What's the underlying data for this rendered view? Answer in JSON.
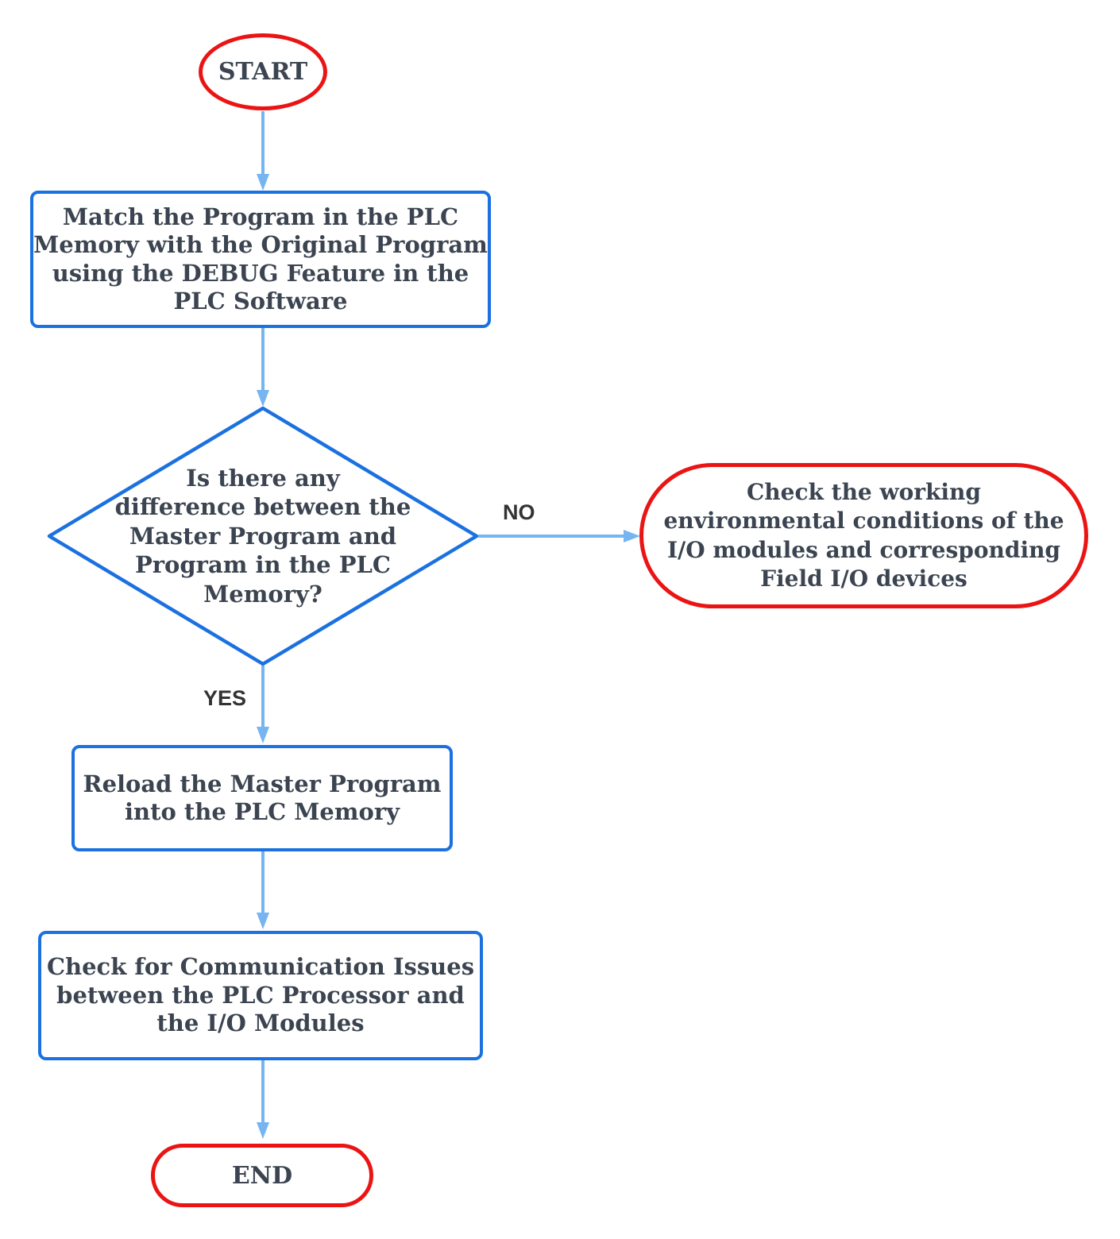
{
  "colors": {
    "node-blue": "#1B71E0",
    "terminal-red": "#EB1414",
    "arrow-blue": "#76B4F2",
    "text-dark": "#3B4450",
    "edge-label": "#333333",
    "background": "#FFFFFF"
  },
  "nodes": {
    "start": {
      "shape": "ellipse",
      "label": "START"
    },
    "step1": {
      "shape": "rectangle",
      "label": "Match the Program in the PLC\nMemory with the Original Program\nusing the DEBUG Feature in the\nPLC Software"
    },
    "decision": {
      "shape": "diamond",
      "label": "Is there any\ndifference between the\nMaster Program and\nProgram in the PLC\nMemory?"
    },
    "no_action": {
      "shape": "stadium",
      "label": "Check the working\nenvironmental conditions of the\nI/O modules and corresponding\nField I/O devices"
    },
    "step2": {
      "shape": "rectangle",
      "label": "Reload the Master Program\ninto the PLC Memory"
    },
    "step3": {
      "shape": "rectangle",
      "label": "Check for Communication Issues\nbetween the PLC Processor and\nthe I/O Modules"
    },
    "end": {
      "shape": "stadium",
      "label": "END"
    }
  },
  "edges": {
    "no": {
      "label": "NO"
    },
    "yes": {
      "label": "YES"
    }
  }
}
